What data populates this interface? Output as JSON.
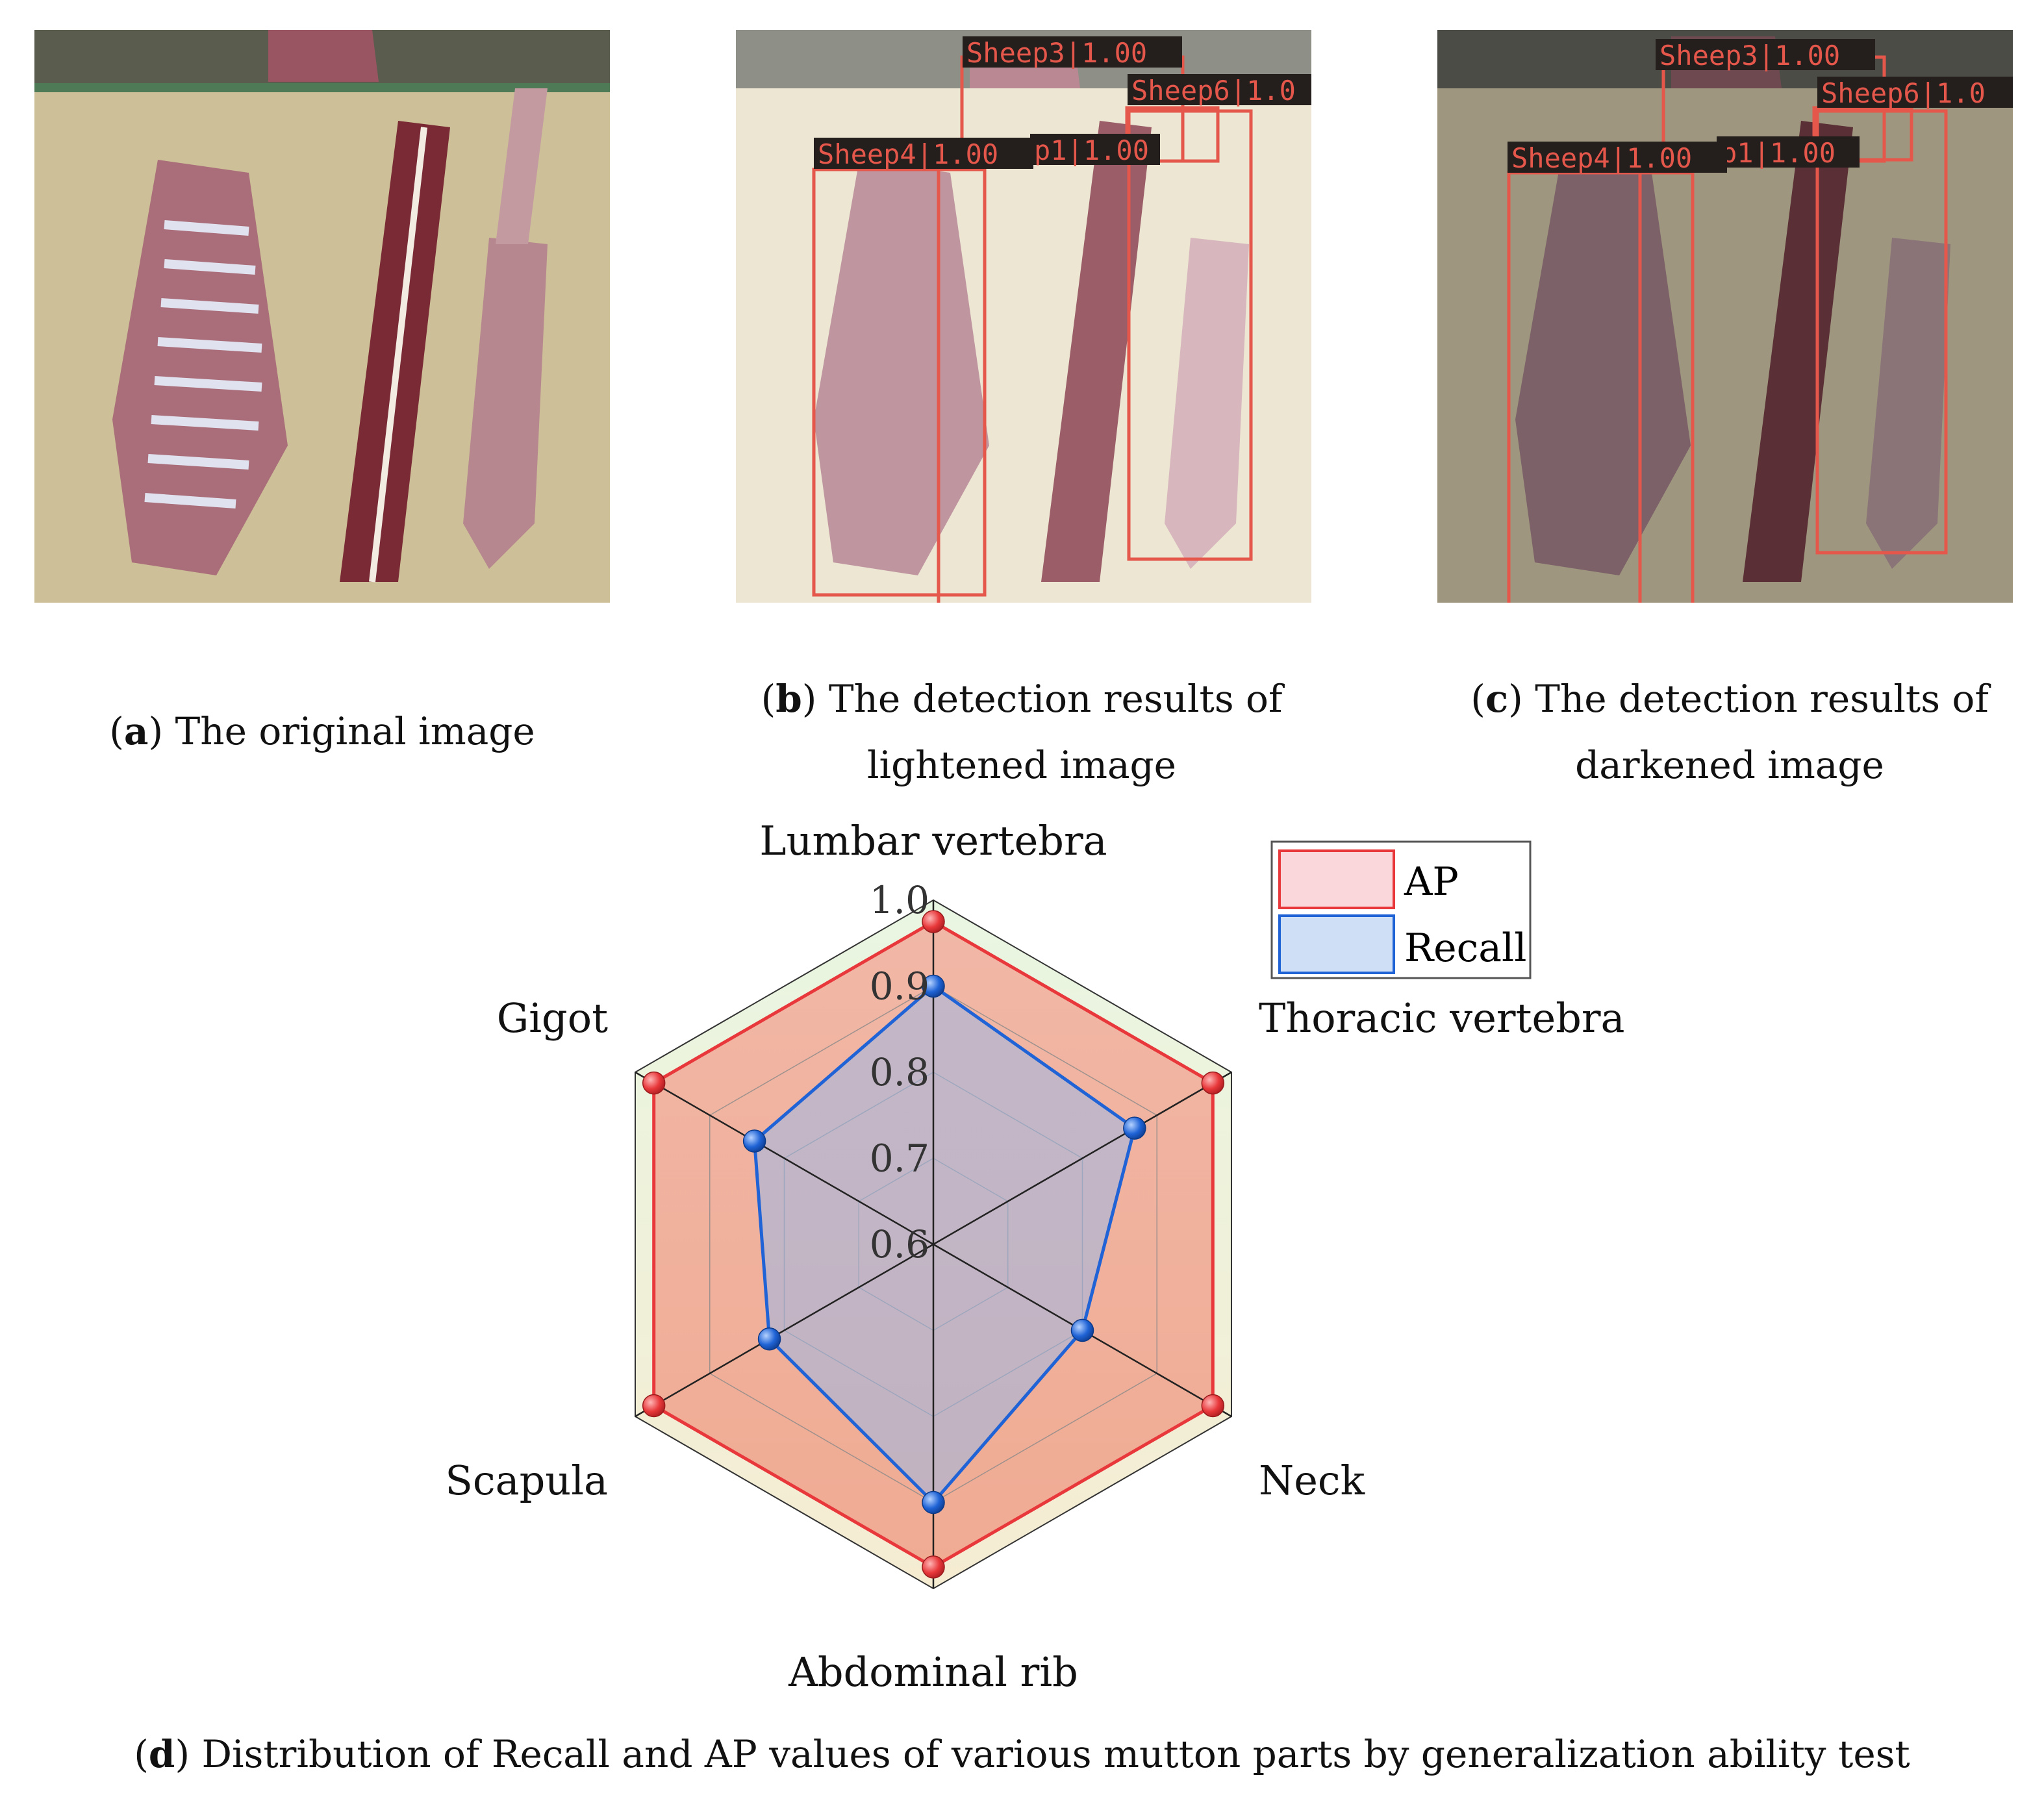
{
  "panels": [
    {
      "letter": "a",
      "caption": "The original image",
      "boxes": []
    },
    {
      "letter": "b",
      "caption": "The detection results of lightened image",
      "boxes": [
        "Sheep3|1.00",
        "Sheep6|1.0",
        "Sheep4|1.00",
        "p1|1.00"
      ]
    },
    {
      "letter": "c",
      "caption": "The detection results of darkened image",
      "boxes": [
        "Sheep3|1.00",
        "Sheep6|1.0",
        "Sheep4|1.00",
        "p1|1.00"
      ]
    }
  ],
  "chart_caption": {
    "letter": "d",
    "text": "Distribution of Recall and AP values of various mutton parts by generalization ability test"
  },
  "colors": {
    "ap": "#e8383b",
    "recall": "#1f63d6",
    "box": "#e5574b"
  },
  "chart_data": {
    "type": "radar",
    "categories": [
      "Lumbar vertebra",
      "Thoracic vertebra",
      "Neck",
      "Abdominal rib",
      "Scapula",
      "Gigot"
    ],
    "rlim": [
      0.6,
      1.0
    ],
    "ticks": [
      "0.6",
      "0.7",
      "0.8",
      "0.9",
      "1.0"
    ],
    "series": [
      {
        "name": "AP",
        "values": [
          0.975,
          0.975,
          0.975,
          0.975,
          0.975,
          0.975
        ]
      },
      {
        "name": "Recall",
        "values": [
          0.9,
          0.87,
          0.8,
          0.9,
          0.82,
          0.84
        ]
      }
    ],
    "legend_position": "top-right"
  }
}
